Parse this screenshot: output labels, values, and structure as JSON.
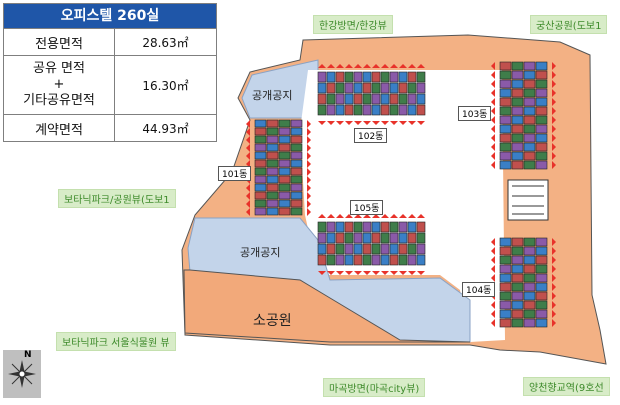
{
  "info": {
    "title": "오피스텔 260실",
    "rows": [
      {
        "label": "전용면적",
        "value": "28.63㎡"
      },
      {
        "label_lines": [
          "공유 면적",
          "+",
          "기타공유면적"
        ],
        "value": "16.30㎡"
      },
      {
        "label": "계약면적",
        "value": "44.93㎡"
      }
    ]
  },
  "views": {
    "top_center": "한강방면/한강뷰",
    "top_right": "궁산공원(도보1",
    "left": "보타닉파크/공원뷰(도보1",
    "bottom_left": "보타닉파크 서울식물원 뷰",
    "bottom_center": "마곡방면(마곡city뷰)",
    "bottom_right": "양천향교역(9호선"
  },
  "buildings": {
    "b101": "101동",
    "b102": "102동",
    "b103": "103동",
    "b104": "104동",
    "b105": "105동"
  },
  "zones": {
    "open_space_top": "공개공지",
    "open_space_mid": "공개공지",
    "small_park": "소공원"
  },
  "compass": {
    "north": "N"
  },
  "colors": {
    "info_header": "#1f56a8",
    "site_orange": "#f3b184",
    "open_space_blue": "#c3d4ea",
    "view_tag_bg": "#d8ecc8",
    "unit_purple": "#8a5aa8",
    "unit_blue": "#3a7fc6",
    "unit_red": "#c0504d",
    "unit_green": "#3f7d4a",
    "arrow_red": "#e8322a"
  }
}
